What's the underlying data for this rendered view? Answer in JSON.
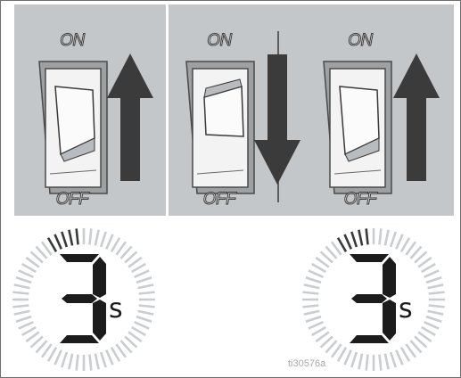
{
  "panels": [
    {
      "on_label": "ON",
      "off_label": "OFF",
      "switch_position": "down",
      "arrow_direction": "up"
    },
    {
      "on_label": "ON",
      "off_label": "OFF",
      "switch_position": "up",
      "arrow_direction": "down"
    },
    {
      "on_label": "ON",
      "off_label": "OFF",
      "switch_position": "down",
      "arrow_direction": "up"
    }
  ],
  "timers": [
    {
      "digit": "3",
      "unit": "s"
    },
    {
      "digit": "3",
      "unit": "s"
    }
  ],
  "image_code": "ti30576a",
  "colors": {
    "panel_bg": "#c4c7ca",
    "arrow": "#3b3b3b",
    "segment_dark": "#1c1c1c",
    "tick_light": "#c9cdd0",
    "tick_dark": "#3a3a3a"
  }
}
